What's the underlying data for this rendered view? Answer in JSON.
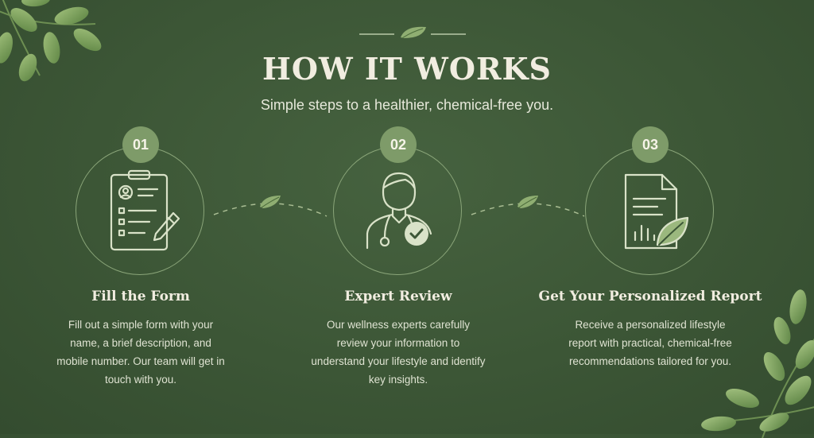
{
  "header": {
    "title": "HOW IT WORKS",
    "subtitle": "Simple steps to a healthier, chemical-free you."
  },
  "steps": [
    {
      "number": "01",
      "title": "Fill the Form",
      "icon": "clipboard-form-icon",
      "description": "Fill out a simple form with your name, a brief description, and mobile number. Our team will get in touch with you."
    },
    {
      "number": "02",
      "title": "Expert Review",
      "icon": "doctor-check-icon",
      "description": "Our wellness experts carefully review your information to understand your lifestyle and identify key insights."
    },
    {
      "number": "03",
      "title": "Get Your Personalized Report",
      "icon": "report-leaf-icon",
      "description": "Receive a personalized lifestyle report with practical, chemical-free recommendations tailored for you."
    }
  ],
  "colors": {
    "background": "#3c5636",
    "accent": "#7e9b69",
    "line": "#b9c9a7",
    "text": "#f1ede0"
  }
}
